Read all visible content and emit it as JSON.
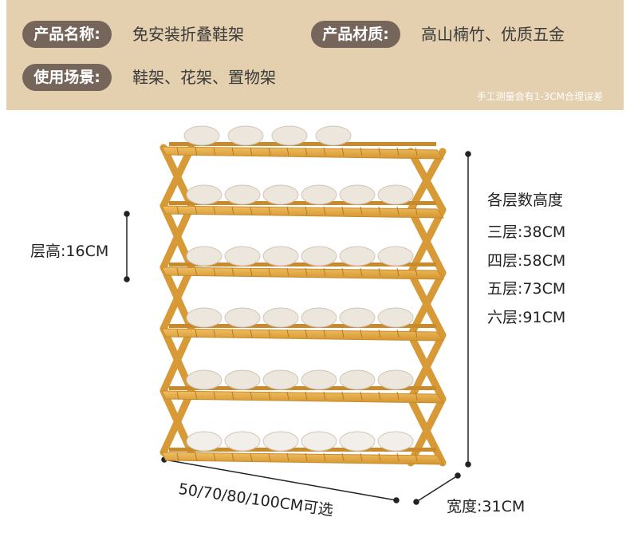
{
  "header": {
    "product_name_tag": "产品名称:",
    "product_name": "免安装折叠鞋架",
    "material_tag": "产品材质:",
    "material": "高山楠竹、优质五金",
    "scene_tag": "使用场景:",
    "scene": "鞋架、花架、置物架",
    "note": "手工测量会有1-3CM合理误差"
  },
  "dimensions": {
    "layer_height": "层高:16CM",
    "width_options": "50/70/80/100CM可选",
    "depth": "宽度:31CM"
  },
  "heights": {
    "title": "各层数高度",
    "rows": [
      "三层:38CM",
      "四层:58CM",
      "五层:73CM",
      "六层:91CM"
    ]
  },
  "colors": {
    "header_bg": "#e4cfaf",
    "tag_bg": "#75655a",
    "bamboo": "#e2a948",
    "bamboo_dark": "#c98a2c",
    "shoe": "#ece6dc"
  }
}
